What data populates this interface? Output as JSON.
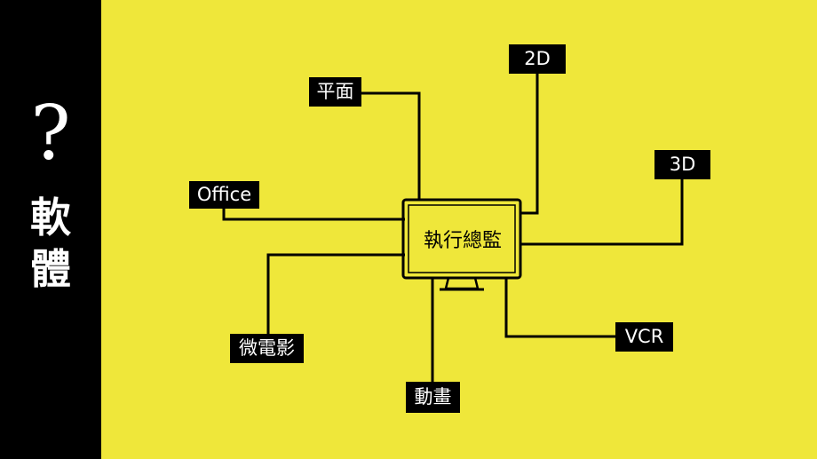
{
  "sidebar": {
    "icon": "question-mark",
    "symbol": "?",
    "title_chars": [
      "軟",
      "體"
    ]
  },
  "center": {
    "label": "執行總監",
    "icon": "monitor-icon"
  },
  "nodes": {
    "d2": "2D",
    "pingmian": "平面",
    "d3": "3D",
    "office": "Office",
    "weidianying": "微電影",
    "vcr": "VCR",
    "donghua": "動畫"
  },
  "colors": {
    "background": "#EFE73A",
    "sidebar": "#000000",
    "line": "#000000",
    "node_bg": "#000000",
    "node_text": "#FFFFFF"
  }
}
